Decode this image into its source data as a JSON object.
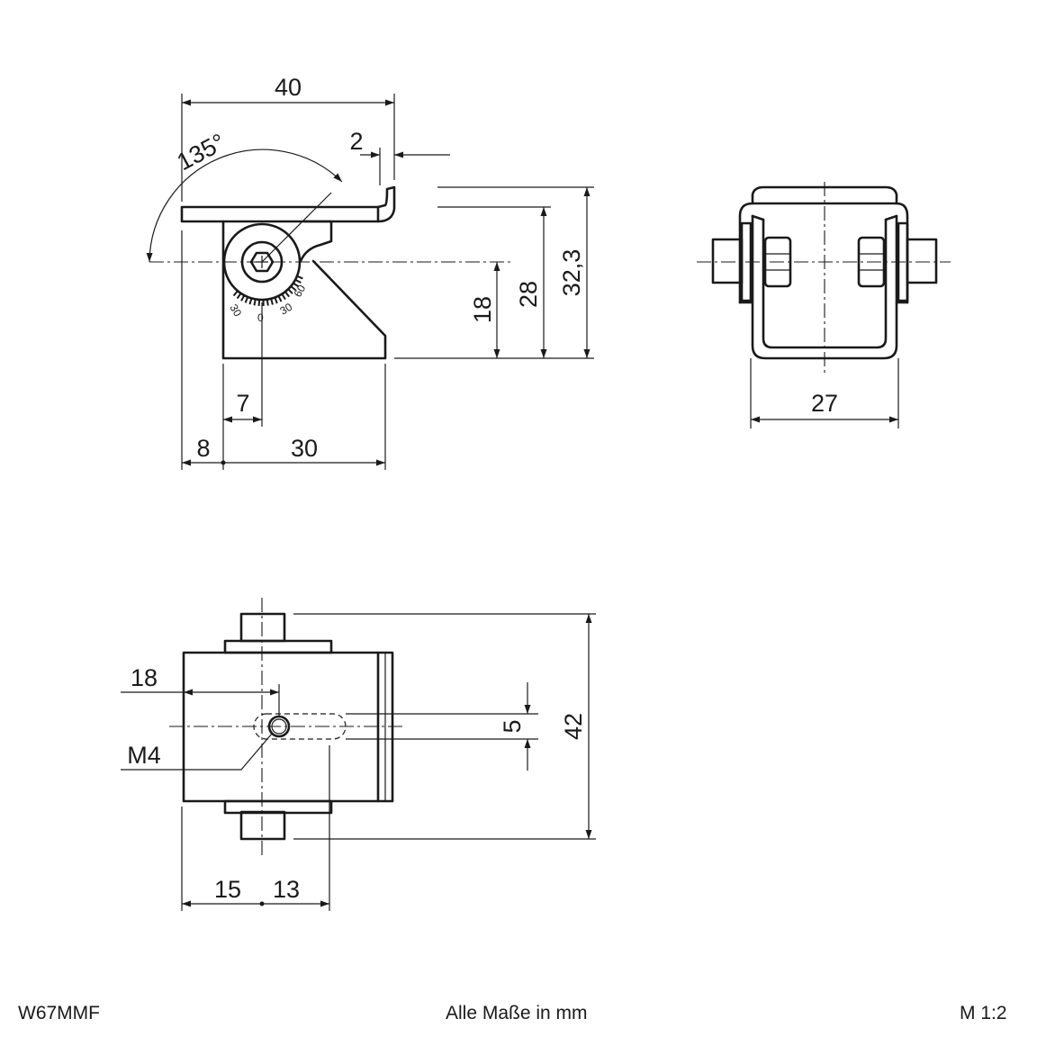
{
  "drawing": {
    "side_view": {
      "dims": [
        "40",
        "2",
        "135°",
        "32,3",
        "28",
        "18",
        "7",
        "8",
        "30"
      ],
      "scale_marks": [
        "30",
        "0",
        "30",
        "60"
      ]
    },
    "front_view": {
      "dims": [
        "27"
      ]
    },
    "top_view": {
      "dims": [
        "18",
        "M4",
        "5",
        "42",
        "15",
        "13"
      ]
    }
  },
  "footer": {
    "part_number": "W67MMF",
    "note": "Alle Maße in mm",
    "scale": "M 1:2"
  }
}
